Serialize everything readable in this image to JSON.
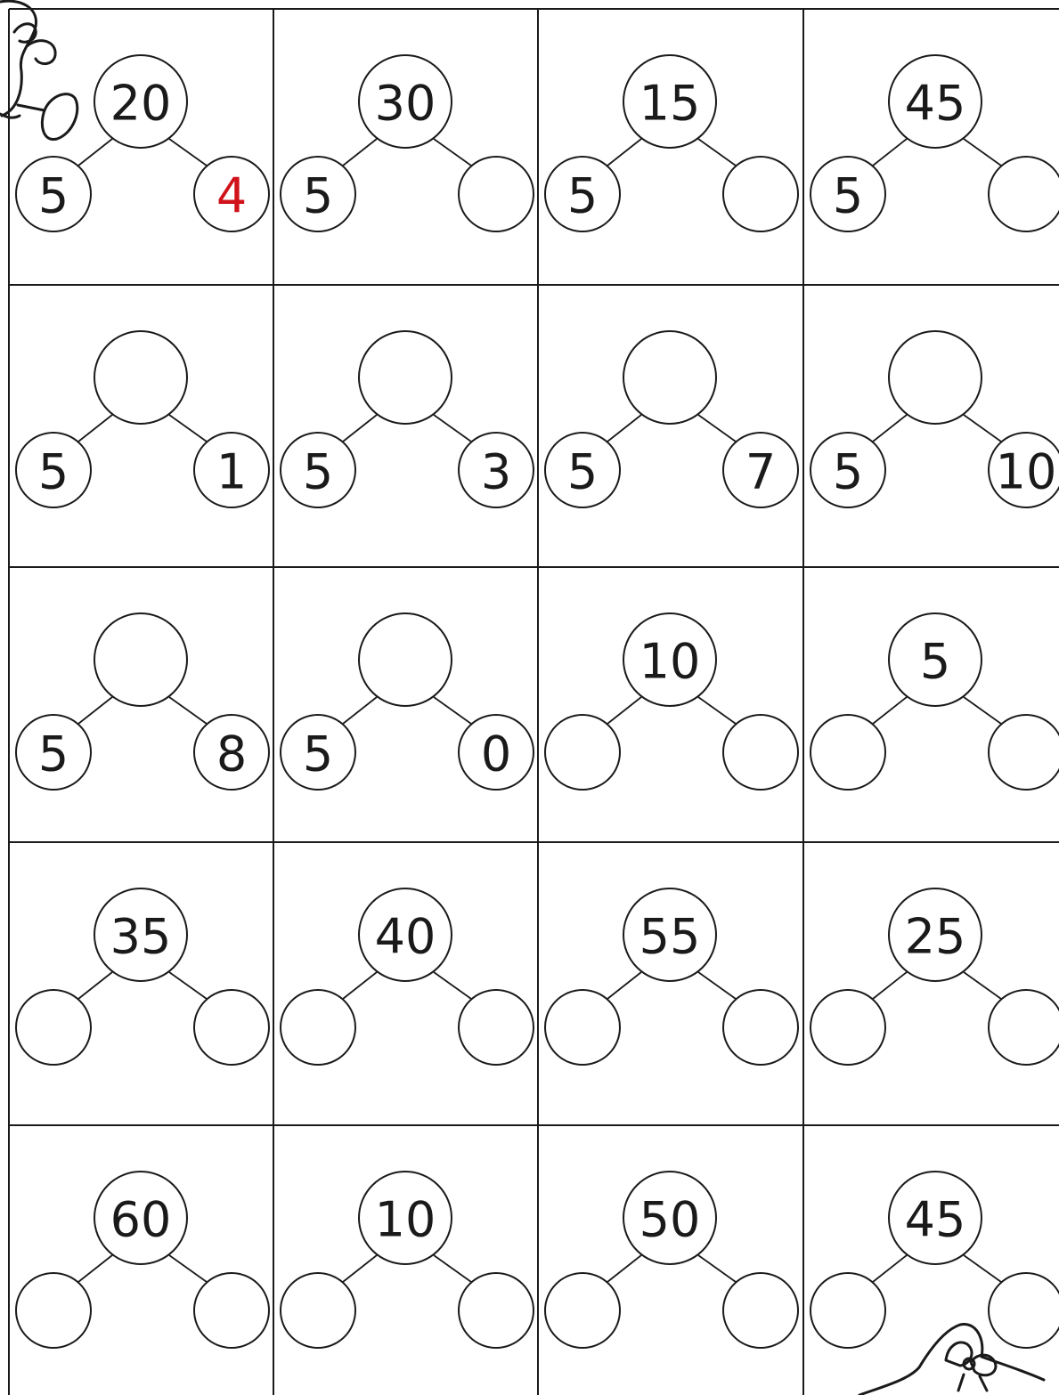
{
  "colors": {
    "ink": "#1a1a1a",
    "answer": "#d0121b",
    "paper": "#ffffff"
  },
  "worksheet": {
    "rows": [
      [
        {
          "whole": "20",
          "left": "5",
          "right": "4",
          "right_color": "answer"
        },
        {
          "whole": "30",
          "left": "5",
          "right": ""
        },
        {
          "whole": "15",
          "left": "5",
          "right": ""
        },
        {
          "whole": "45",
          "left": "5",
          "right": ""
        }
      ],
      [
        {
          "whole": "",
          "left": "5",
          "right": "1"
        },
        {
          "whole": "",
          "left": "5",
          "right": "3"
        },
        {
          "whole": "",
          "left": "5",
          "right": "7"
        },
        {
          "whole": "",
          "left": "5",
          "right": "10"
        }
      ],
      [
        {
          "whole": "",
          "left": "5",
          "right": "8"
        },
        {
          "whole": "",
          "left": "5",
          "right": "0"
        },
        {
          "whole": "10",
          "left": "",
          "right": ""
        },
        {
          "whole": "5",
          "left": "",
          "right": ""
        }
      ],
      [
        {
          "whole": "35",
          "left": "",
          "right": ""
        },
        {
          "whole": "40",
          "left": "",
          "right": ""
        },
        {
          "whole": "55",
          "left": "",
          "right": ""
        },
        {
          "whole": "25",
          "left": "",
          "right": ""
        }
      ],
      [
        {
          "whole": "60",
          "left": "",
          "right": ""
        },
        {
          "whole": "10",
          "left": "",
          "right": ""
        },
        {
          "whole": "50",
          "left": "",
          "right": ""
        },
        {
          "whole": "45",
          "left": "",
          "right": ""
        }
      ]
    ]
  },
  "decorations": {
    "top_left": "mouse-doodle-icon",
    "bottom_right": "bow-doodle-icon"
  }
}
